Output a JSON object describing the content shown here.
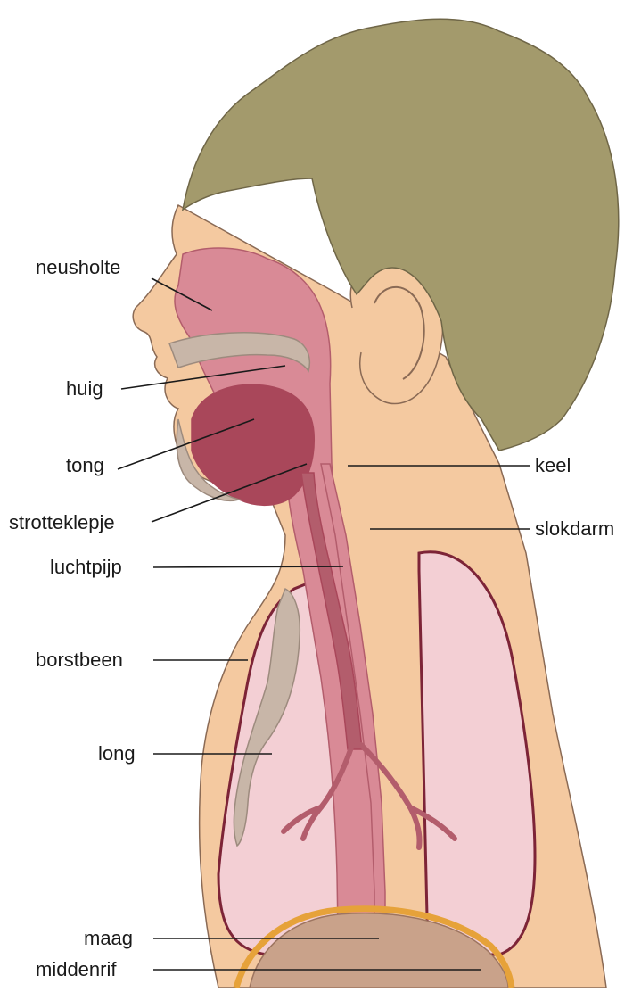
{
  "labels": {
    "neusholte": "neusholte",
    "huig": "huig",
    "tong": "tong",
    "strotteklepje": "strotteklepje",
    "luchtpijp": "luchtpijp",
    "borstbeen": "borstbeen",
    "long": "long",
    "maag": "maag",
    "middenrif": "middenrif",
    "keel": "keel",
    "slokdarm": "slokdarm"
  },
  "colors": {
    "skin": "#f4c9a0",
    "skin_outline": "#8a6a55",
    "hair": "#a39a6c",
    "hair_outline": "#6f6647",
    "airway": "#d98a96",
    "airway_dark": "#b35d6c",
    "tongue": "#a9475a",
    "lung": "#f3cfd4",
    "lung_outline": "#7d2437",
    "bone": "#c8b6a8",
    "stomach": "#c9a28a",
    "diaphragm": "#e6a23a"
  }
}
